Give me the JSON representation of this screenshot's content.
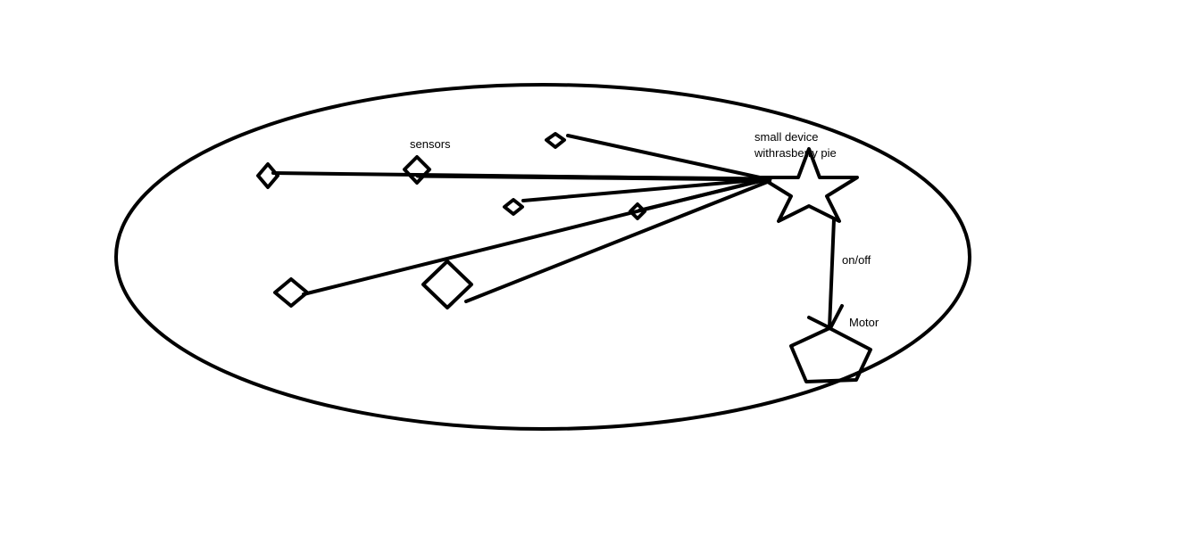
{
  "labels": {
    "sensors": "sensors",
    "device_line1": "small device",
    "device_line2": "withrasberry pie",
    "on_off": "on/off",
    "motor": "Motor"
  },
  "colors": {
    "ink": "#000000",
    "background": "#ffffff"
  }
}
